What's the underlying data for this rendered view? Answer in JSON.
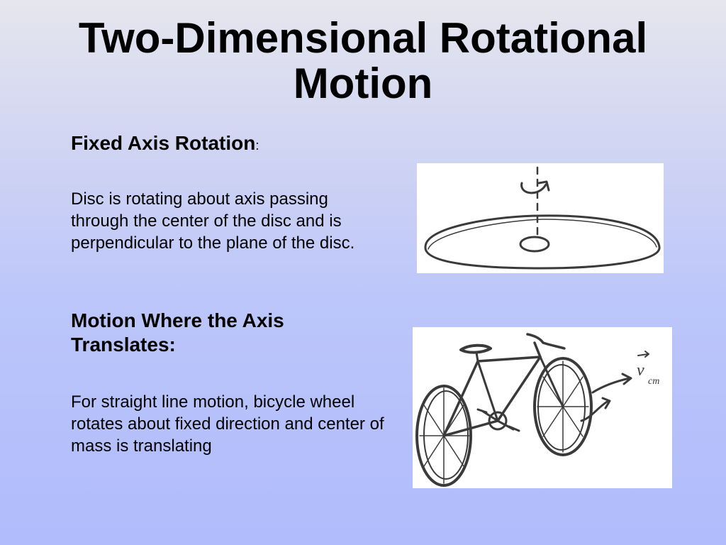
{
  "slide": {
    "title": "Two-Dimensional  Rotational\nMotion",
    "sections": [
      {
        "heading": "Fixed Axis Rotation",
        "heading_suffix": ":",
        "body": "Disc is rotating about axis passing through the center of the disc and is perpendicular to the plane of the disc."
      },
      {
        "heading": "Motion Where the Axis Translates:",
        "body": "For straight line motion, bicycle wheel rotates about fixed direction and center of mass is translating"
      }
    ]
  },
  "figures": {
    "disc": {
      "icon": "rotating-disc-sketch"
    },
    "bicycle": {
      "icon": "bicycle-sketch",
      "label": "v",
      "label_subscript": "cm"
    }
  },
  "colors": {
    "background_top": "#e6e6ee",
    "background_bottom": "#b0bcfc",
    "text": "#000000",
    "sketch_stroke": "#3a3a3a"
  }
}
